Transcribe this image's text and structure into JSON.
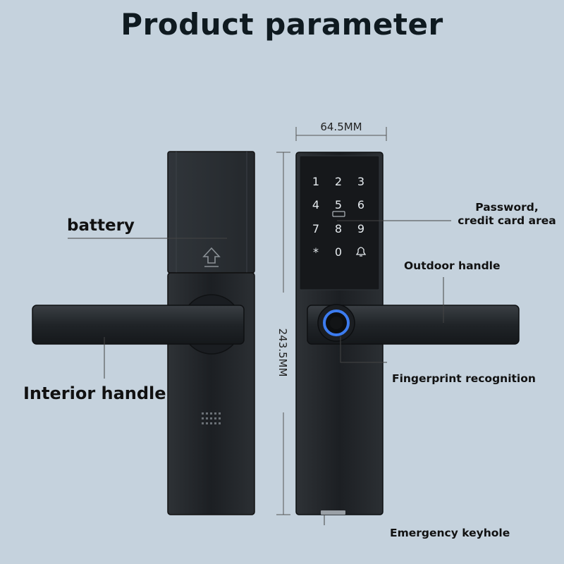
{
  "title": "Product parameter",
  "labels": {
    "battery": "battery",
    "interior_handle": "Interior handle",
    "password_area": "Password,\ncredit card area",
    "outdoor_handle": "Outdoor handle",
    "fingerprint": "Fingerprint recognition",
    "emergency_keyhole": "Emergency keyhole"
  },
  "dimensions": {
    "width": "64.5MM",
    "height": "243.5MM"
  },
  "keypad": {
    "keys": [
      "1",
      "2",
      "3",
      "4",
      "5",
      "6",
      "7",
      "8",
      "9",
      "*",
      "0",
      "bell"
    ]
  },
  "colors": {
    "background": "#c5d2dd",
    "lock_body": "#1f2226",
    "handle": "#23272b",
    "fingerprint_ring": "#3c7cf0"
  }
}
